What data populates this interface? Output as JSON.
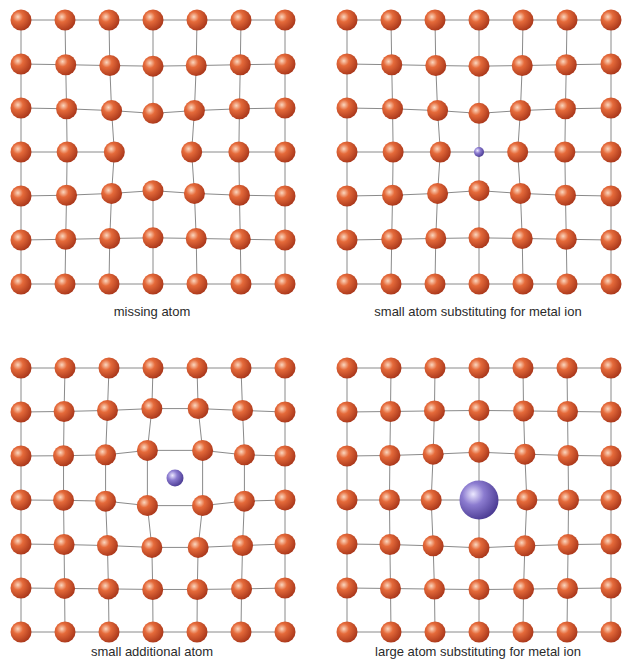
{
  "diagram": {
    "labels": [
      "missing atom",
      "small atom substituting for metal ion",
      "small additional atom",
      "large atom substituting for metal ion"
    ]
  }
}
